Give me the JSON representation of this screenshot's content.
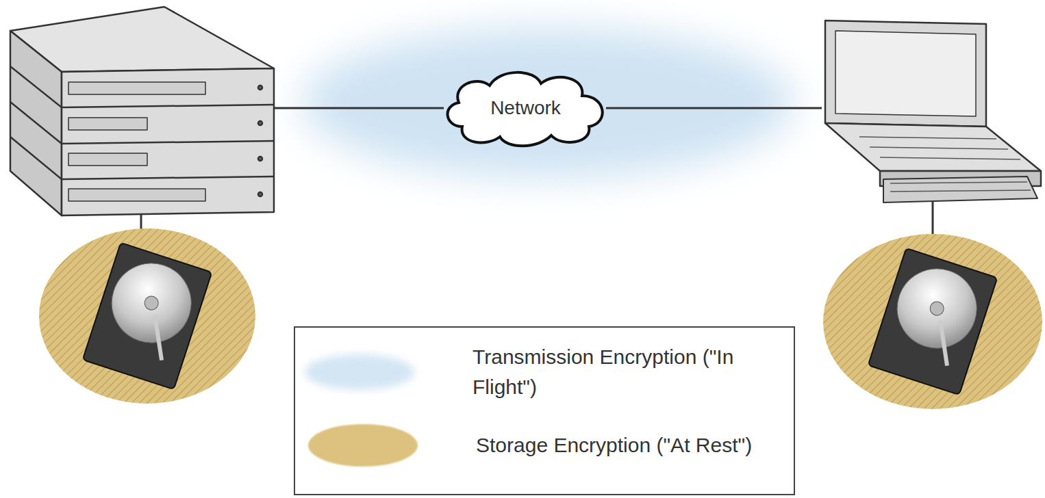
{
  "diagram": {
    "nodes": [
      {
        "text": [
          "Network"
        ]
      }
    ],
    "legend": [
      {
        "text": "Transmission Encryption (\"In Flight\")",
        "color": "#d4e6f4"
      },
      {
        "text": "Storage Encryption (\"At Rest\")",
        "color": "#dcc27e"
      }
    ]
  }
}
